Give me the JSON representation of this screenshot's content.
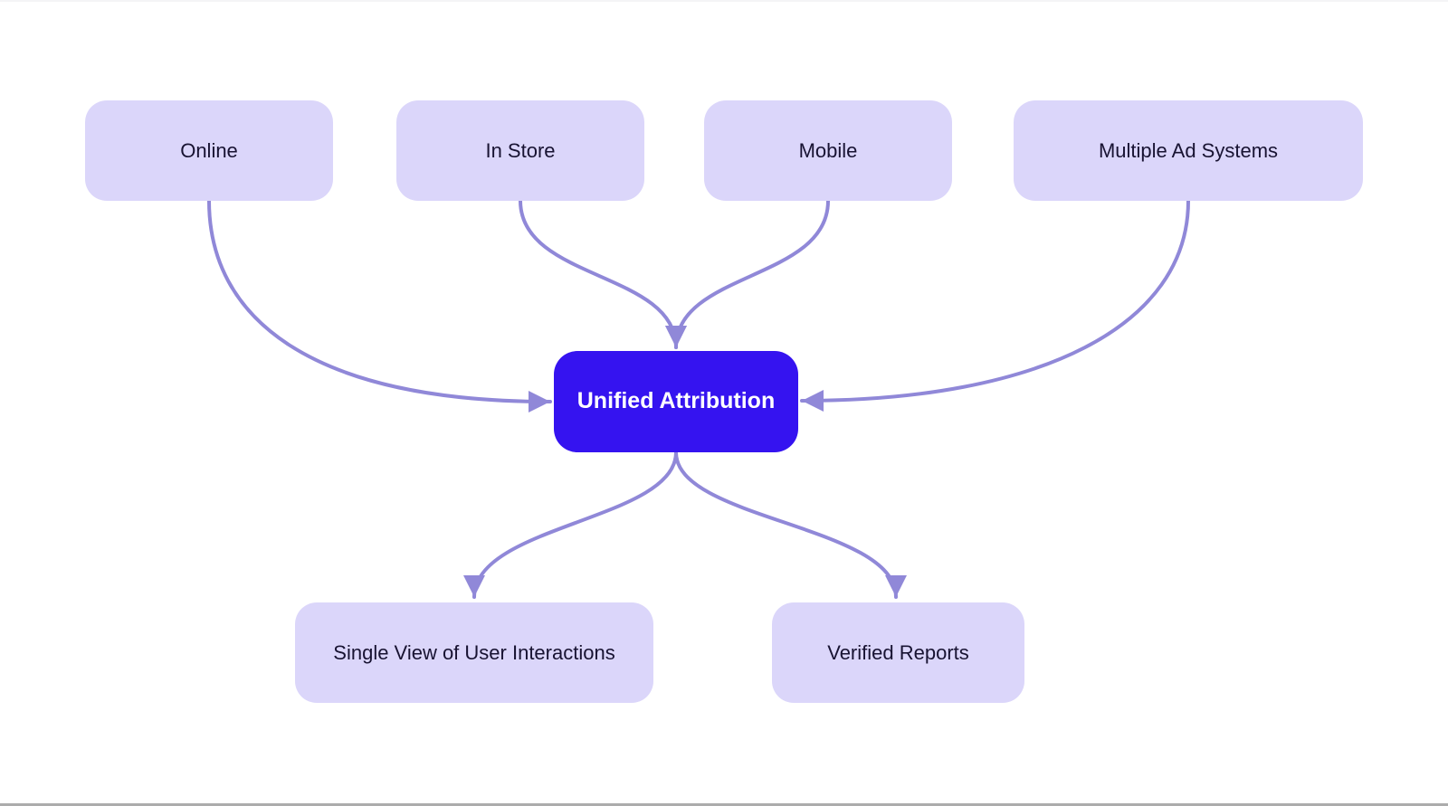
{
  "nodes": {
    "online": {
      "label": "Online"
    },
    "in_store": {
      "label": "In Store"
    },
    "mobile": {
      "label": "Mobile"
    },
    "multiple_ad_systems": {
      "label": "Multiple Ad Systems"
    },
    "unified_attribution": {
      "label": "Unified Attribution"
    },
    "single_view": {
      "label": "Single View of User Interactions"
    },
    "verified_reports": {
      "label": "Verified Reports"
    }
  },
  "edges": [
    {
      "from": "Online",
      "to": "Unified Attribution"
    },
    {
      "from": "In Store",
      "to": "Unified Attribution"
    },
    {
      "from": "Mobile",
      "to": "Unified Attribution"
    },
    {
      "from": "Multiple Ad Systems",
      "to": "Unified Attribution"
    },
    {
      "from": "Unified Attribution",
      "to": "Single View of User Interactions"
    },
    {
      "from": "Unified Attribution",
      "to": "Verified Reports"
    }
  ],
  "colors": {
    "background": "#FFFFFF",
    "node_bg": "#DBD6FA",
    "node_text": "#181332",
    "center_bg": "#3513F0",
    "center_text": "#FFFFFF",
    "arrow": "#9088D8",
    "bottom_bar": "#ACACAC",
    "top_edge": "#F4F4F6"
  }
}
